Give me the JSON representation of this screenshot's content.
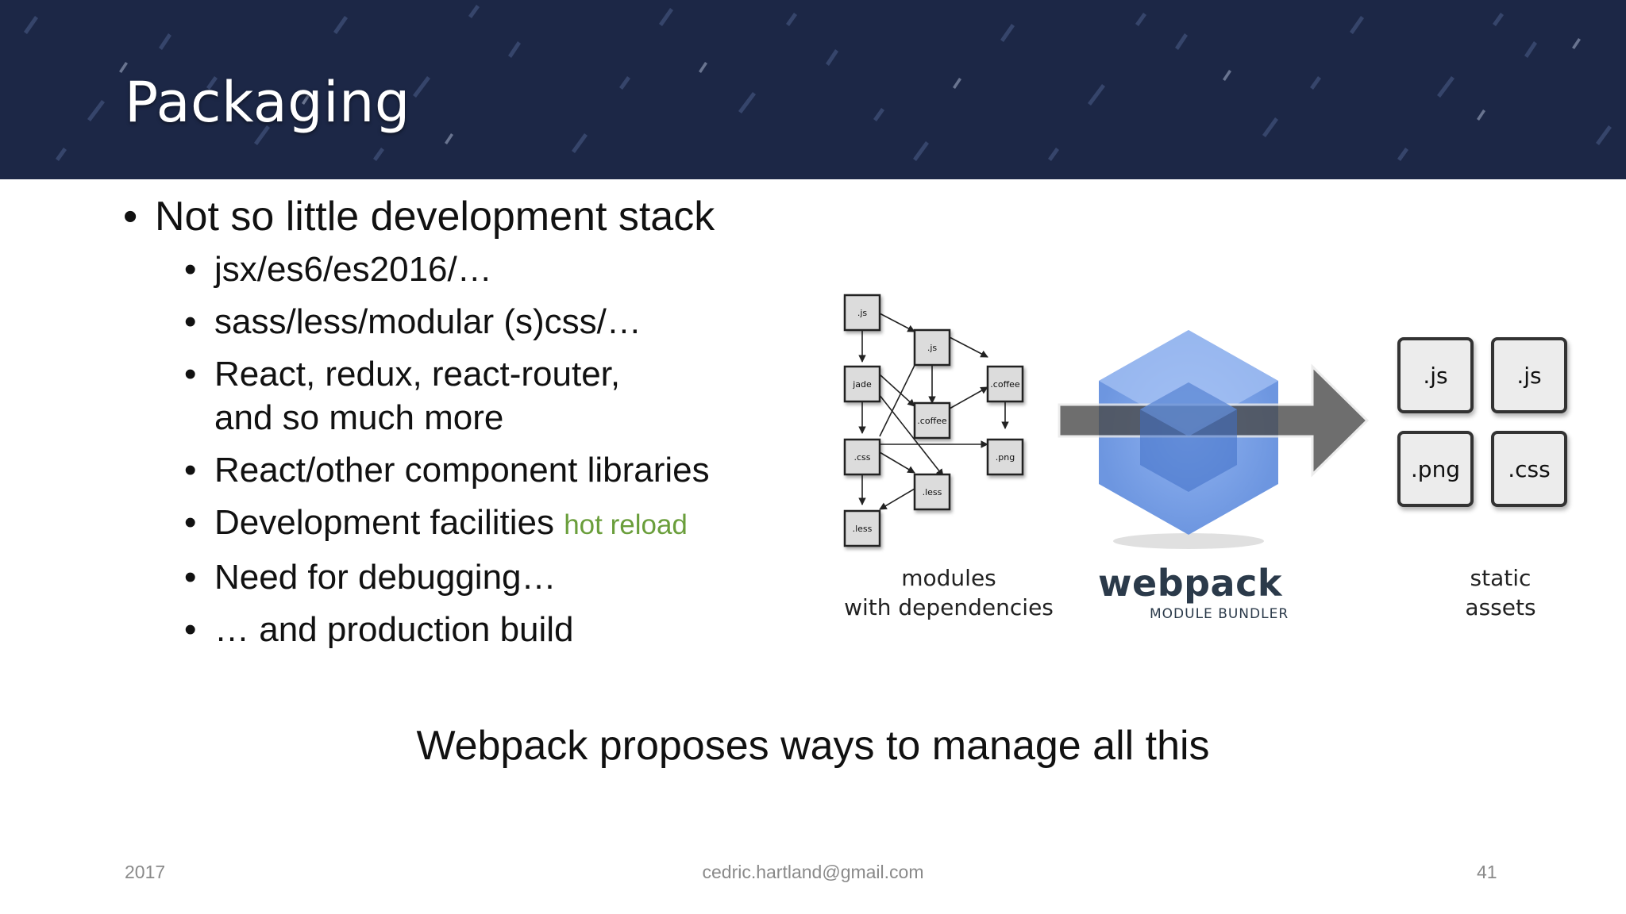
{
  "slide": {
    "title": "Packaging",
    "bullet_main": "Not so little development stack",
    "subbullets": [
      {
        "text": "jsx/es6/es2016/…"
      },
      {
        "text": "sass/less/modular (s)css/…"
      },
      {
        "text": "React, redux, react-router,",
        "continuation": "and so much more"
      },
      {
        "text": "React/other component libraries"
      },
      {
        "text": "Development facilities ",
        "note": "hot reload"
      },
      {
        "text": "Need for debugging…"
      },
      {
        "text": "… and production build"
      }
    ],
    "conclusion": "Webpack proposes ways to manage all this"
  },
  "diagram": {
    "modules": [
      ".js",
      ".js",
      "jade",
      ".coffee",
      ".coffee",
      ".css",
      ".png",
      ".less",
      ".less"
    ],
    "modules_label_1": "modules",
    "modules_label_2": "with dependencies",
    "brand": "webpack",
    "brand_sub": "MODULE BUNDLER",
    "assets": [
      ".js",
      ".js",
      ".png",
      ".css"
    ],
    "assets_label_1": "static",
    "assets_label_2": "assets"
  },
  "footer": {
    "year": "2017",
    "email": "cedric.hartland@gmail.com",
    "page": "41"
  },
  "colors": {
    "header_bg": "#1c2746",
    "note_green": "#6a9e3b",
    "cube_blue": "#7ea3e6"
  }
}
